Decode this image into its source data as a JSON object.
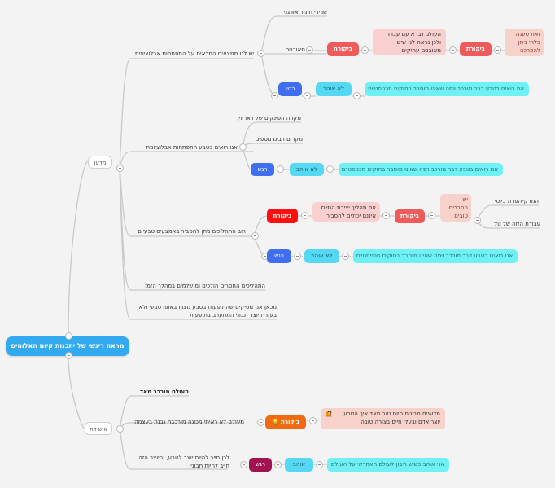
{
  "root": "מראה ריגשי של יתכנות קיום האלוהים",
  "branches": {
    "science": "מדען",
    "faith": "איש דת"
  },
  "science": {
    "b1": {
      "text": "יש לנו ממצאים המראים על התפתחות אבלוציונית",
      "c1": "שרידי חומר אורגני",
      "c2": "מאובנים",
      "critique": "ביקורת",
      "critique_text": "העולם נברא עם עברו ולכן נראה לנו שיש מאובנים עתיקים",
      "critique2": "ביקורת",
      "counter": "זאת טענה בלתי ניתן להפרכה",
      "tag_blue": "רגש",
      "tag_cyan": "לא אוהב",
      "note": "אני רואים בטבע דבר מורכב ויפה שאינו מוסבר בחוקים מכניסטיים"
    },
    "b2": {
      "text": "אנו רואים בטבע התפתחות אבלוציונית",
      "c1": "מקרה הפינקים של דארווין",
      "c2": "מקרים רבים נוספים",
      "tag_blue": "רגש",
      "tag_cyan": "לא אוהב",
      "note": "אנו רואים בטבע דבר מורכב ויפה שאינו מוסבר בחוקים מכניסטיים"
    },
    "b3": {
      "text": "רוב התהליכים ניתן להסביר באמצעים טבעיים",
      "critique": "ביקורת",
      "critique_text": "את תהליך יצירת החיים איננם יכולים להסביר",
      "critique2": "ביקורת",
      "counter": "יש הסברים טובים",
      "c1": "המרק-הפרה ביוטי",
      "c2": "עבודת הזזה של טל",
      "tag_blue": "רגש",
      "tag_cyan": "לא אוהב",
      "note": "אנו רואים בטבע דבר מורכב ויפה שאינו מוסבר בחוקים מכניסטיים"
    },
    "b4": "התהליכים החסרים הולכים ומושלמים במהלך הזמן",
    "b5": "מכאן אנו מסיקים שהתופעות בטבע נוצרו באופן טבעי ולא בעזרת יוצר תבוני המתערב בתופעות"
  },
  "faith": {
    "b1": "העולם מורכב מאד",
    "b2": {
      "text": "מעולם לא ראיתי מכונה מורכבת נבנת בעצמה",
      "critique": "ביקורת",
      "critique_icon": "lightbulb-icon",
      "note": "מדענים מבינים היום טוב מאד איך הטבע יוצר אדם ובעלי חיים בצורה טובה",
      "note_icon": "sticker-icon"
    },
    "b3": {
      "text": "לכן חייב להיות יוצר לטבע, והיוצר הזה חייב להיות תבוני",
      "tag": "רגש",
      "tag_cyan": "אוהב",
      "note": "אני אוהב כשיש ריבון לעולם האחראי על העולם"
    }
  }
}
